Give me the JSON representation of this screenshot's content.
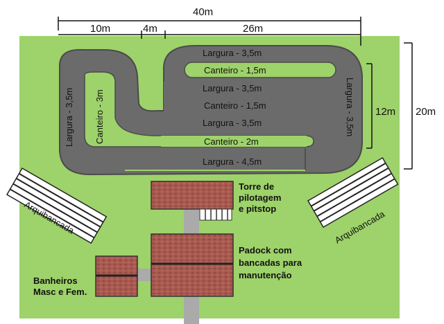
{
  "dimensions": {
    "total_width": "40m",
    "seg_a": "10m",
    "seg_b": "4m",
    "seg_c": "26m",
    "inner_height": "12m",
    "total_height": "20m"
  },
  "track_labels": {
    "top": "Largura - 3,5m",
    "canteiro_1": "Canteiro - 1,5m",
    "mid_1": "Largura - 3,5m",
    "canteiro_2": "Canteiro - 1,5m",
    "mid_2": "Largura - 3,5m",
    "canteiro_3": "Canteiro - 2m",
    "bottom": "Largura - 4,5m",
    "left": "Largura - 3,5m",
    "left_canteiro": "Canteiro - 3m",
    "right": "Largura - 3,5m"
  },
  "facilities": {
    "stand_left": "Arquibancada",
    "stand_right": "Arquibancada",
    "tower_line1": "Torre de",
    "tower_line2": "pilotagem",
    "tower_line3": "e pitstop",
    "paddock_line1": "Padock com",
    "paddock_line2": "bancadas para",
    "paddock_line3": "manutenção",
    "wc_line1": "Banheiros",
    "wc_line2": "Masc e Fem."
  },
  "colors": {
    "grass": "#9ed26a",
    "track": "#6b6b6b",
    "brick": "#a85a50",
    "path": "#aaaaaa"
  }
}
